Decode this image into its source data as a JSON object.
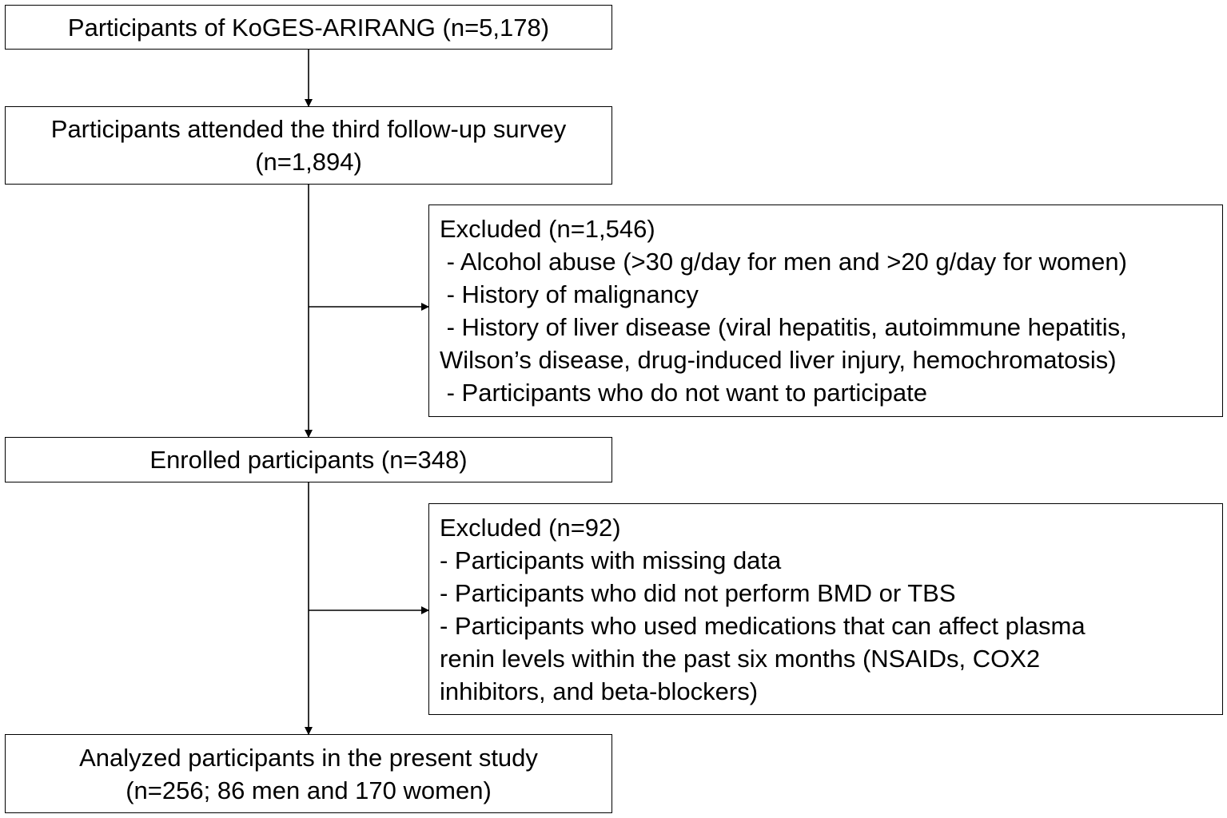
{
  "boxes": {
    "box1": {
      "lines": [
        "Participants of KoGES-ARIRANG (n=5,178)"
      ]
    },
    "box2": {
      "lines": [
        "Participants attended the third follow-up survey",
        "(n=1,894)"
      ]
    },
    "exclusion1": {
      "lines": [
        "Excluded (n=1,546)",
        " - Alcohol abuse (>30 g/day for men and >20 g/day for women)",
        " - History of malignancy",
        " - History of liver disease (viral hepatitis, autoimmune hepatitis,",
        "Wilson’s disease, drug-induced liver injury, hemochromatosis)",
        " - Participants who do not want to participate"
      ]
    },
    "box3": {
      "lines": [
        "Enrolled participants (n=348)"
      ]
    },
    "exclusion2": {
      "lines": [
        "Excluded (n=92)",
        "- Participants with missing data",
        "- Participants who did not perform BMD or TBS",
        "- Participants who used medications that can affect plasma",
        "renin levels within the past six months (NSAIDs, COX2",
        "inhibitors, and beta-blockers)"
      ]
    },
    "box4": {
      "lines": [
        "Analyzed participants in the present study",
        "(n=256; 86 men and 170 women)"
      ]
    }
  }
}
